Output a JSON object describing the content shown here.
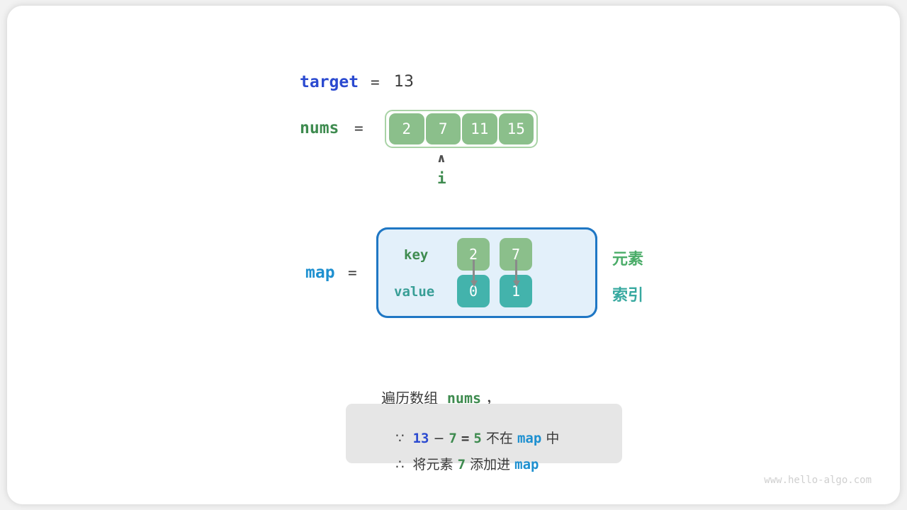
{
  "watermark": "www.hello-algo.com",
  "target": {
    "label": "target",
    "equals": "=",
    "value": "13"
  },
  "nums": {
    "label": "nums",
    "equals": "=",
    "cells": [
      "2",
      "7",
      "11",
      "15"
    ],
    "pointer": {
      "caret": "∧",
      "name": "i",
      "index": 1
    }
  },
  "map": {
    "label": "map",
    "equals": "=",
    "key_label": "key",
    "value_label": "value",
    "entries": [
      {
        "key": "2",
        "value": "0"
      },
      {
        "key": "7",
        "value": "1"
      }
    ],
    "legend": {
      "element": "元素",
      "index": "索引"
    }
  },
  "caption": {
    "prefix": "遍历数组",
    "code": "nums",
    "suffix": "，"
  },
  "note": {
    "line1": {
      "because_symbol": "∵",
      "a": "13",
      "minus": "−",
      "b": "7",
      "eq": "=",
      "result": "5",
      "text_mid": "不在",
      "map": "map",
      "text_end": "中"
    },
    "line2": {
      "therefore_symbol": "∴",
      "text_start": "将元素",
      "element": "7",
      "text_mid": "添加进",
      "map": "map"
    }
  },
  "colors": {
    "blue": "#2b4ad0",
    "green": "#3e8b4f",
    "light_blue": "#1e90d0",
    "dark": "#3a3a3a",
    "cell_green": "#8bbf8b",
    "cell_teal": "#43b3ac",
    "map_bg": "#e3f0fa",
    "map_border": "#1f77c4",
    "note_bg": "#e6e6e6"
  }
}
